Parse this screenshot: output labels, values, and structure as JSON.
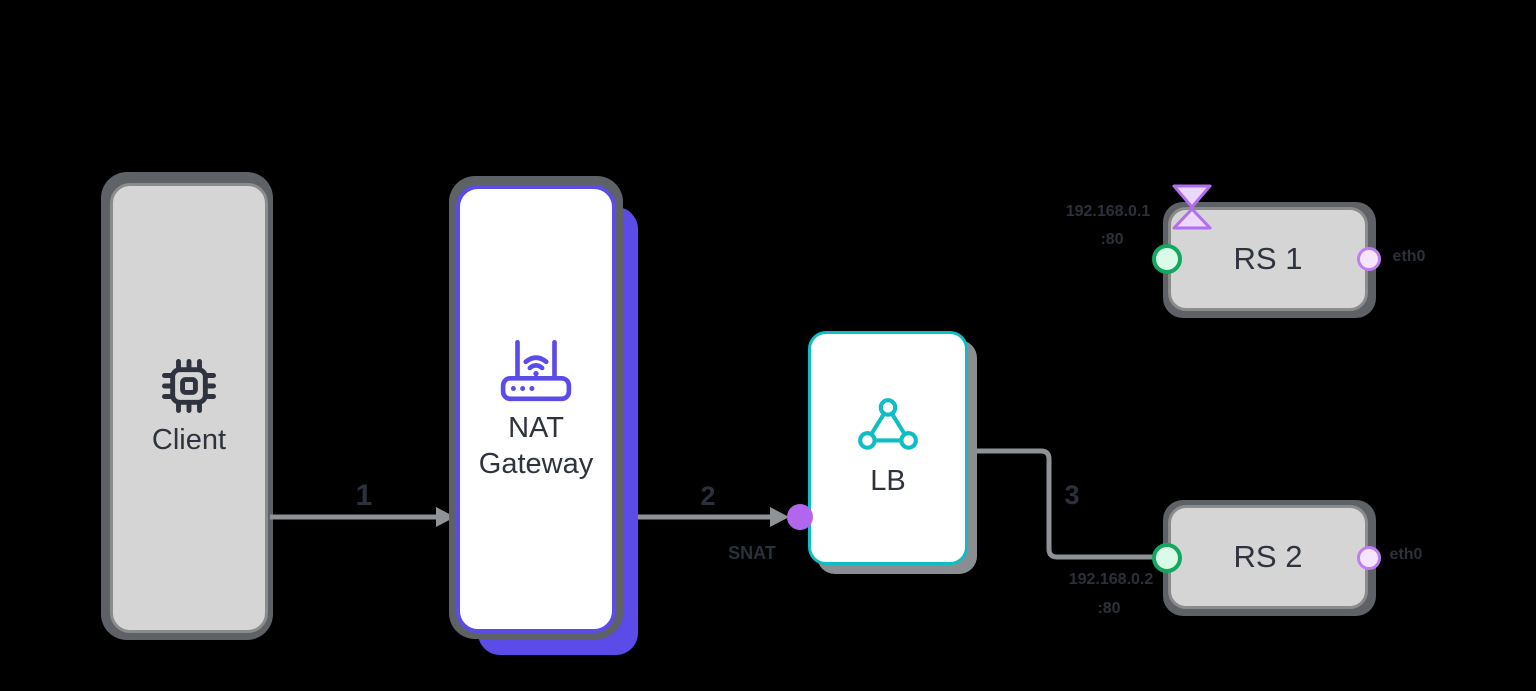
{
  "nodes": {
    "client": {
      "label": "Client"
    },
    "nat_gateway": {
      "label_line1": "NAT",
      "label_line2": "Gateway"
    },
    "lb": {
      "label": "LB"
    },
    "rs1": {
      "label": "RS 1"
    },
    "rs2": {
      "label": "RS 2"
    }
  },
  "edge_labels": {
    "step1": "1",
    "step2": "2",
    "step2_sub": "SNAT",
    "step3": "3"
  },
  "annotations": {
    "rs1_ip": "192.168.0.1",
    "rs1_port": ":80",
    "rs1_iface": "eth0",
    "rs2_ip": "192.168.0.2",
    "rs2_port": ":80",
    "rs2_iface": "eth0"
  },
  "icons": {
    "client": "cpu-chip-icon",
    "nat_gateway": "wifi-router-icon",
    "lb": "load-balancer-triangle-icon",
    "rs1_status": "hourglass-timeout-icon"
  },
  "colors": {
    "background": "#000000",
    "nat_accent": "#5b4be8",
    "lb_accent": "#0fbdc5",
    "edge_gray": "#8f9296",
    "node_fill": "#d5d5d6",
    "node_border": "#8b8b8b",
    "node_text": "#2e333d",
    "faint_label_text": "#2b303a",
    "green_port_stroke": "#12a85f",
    "green_port_fill": "#dbfbe9",
    "purple_port_stroke": "#c07ef2",
    "purple_port_fill": "#f5e6fe",
    "vip_dot": "#b266ee",
    "hourglass_stroke": "#b16ef0",
    "hourglass_fill": "#ecd8fb"
  }
}
